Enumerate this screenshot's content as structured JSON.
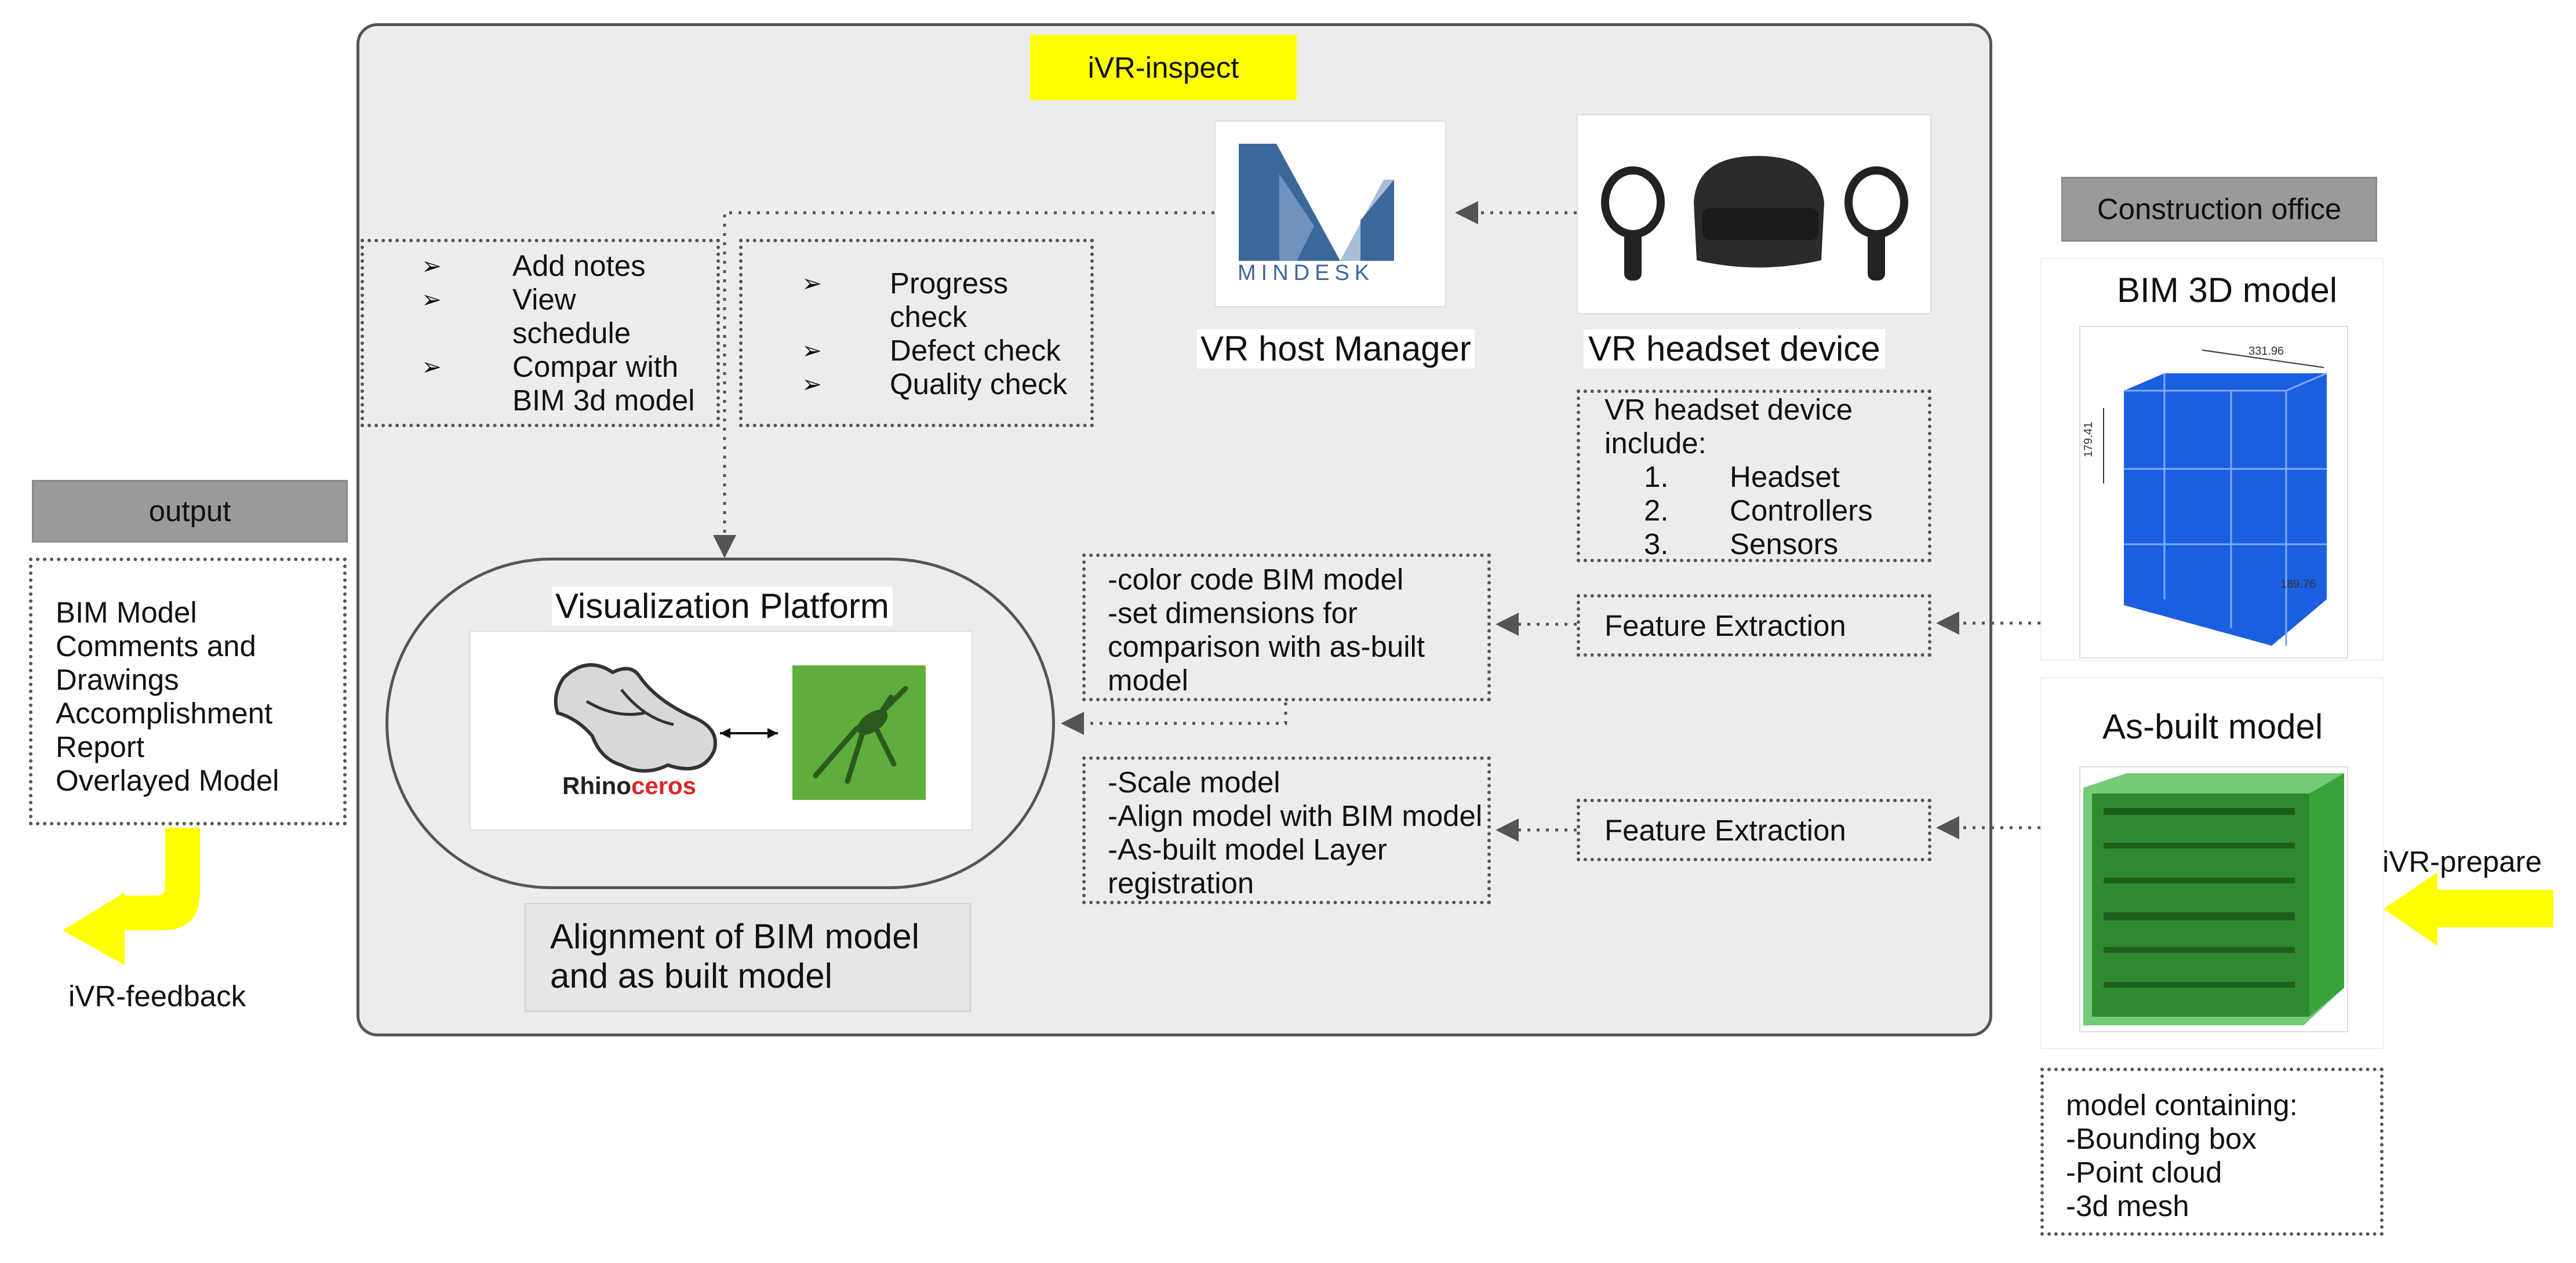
{
  "inspect": {
    "label": "iVR-inspect"
  },
  "prepare": {
    "label": "iVR-prepare"
  },
  "feedback": {
    "label": "iVR-feedback"
  },
  "output": {
    "tag": "output",
    "items": [
      "BIM Model",
      "Comments and",
      "Drawings",
      "Accomplishment",
      "Report",
      "Overlayed Model"
    ]
  },
  "office": {
    "tag": "Construction office",
    "bim_title": "BIM 3D model",
    "asbuilt_title": "As-built model",
    "bim_dims": [
      "331.96",
      "179.41",
      "189.76"
    ],
    "model_box": [
      "model containing:",
      "-Bounding box",
      "-Point cloud",
      "-3d mesh"
    ]
  },
  "host": {
    "title": "VR host Manager",
    "logo": "MINDESK"
  },
  "headset": {
    "title": "VR headset device",
    "intro": [
      "VR headset device",
      "include:"
    ],
    "items": [
      {
        "num": "1.",
        "label": "Headset"
      },
      {
        "num": "2.",
        "label": "Controllers"
      },
      {
        "num": "3.",
        "label": "Sensors"
      }
    ]
  },
  "notes": {
    "items": [
      {
        "bullet": "➢",
        "lines": [
          "Add notes"
        ]
      },
      {
        "bullet": "➢",
        "lines": [
          "View",
          "schedule"
        ]
      },
      {
        "bullet": "➢",
        "lines": [
          "Compar with",
          "BIM 3d model"
        ]
      }
    ]
  },
  "checks": {
    "items": [
      {
        "bullet": "➢",
        "lines": [
          "Progress",
          "check"
        ]
      },
      {
        "bullet": "➢",
        "lines": [
          "Defect check"
        ]
      },
      {
        "bullet": "➢",
        "lines": [
          "Quality check"
        ]
      }
    ]
  },
  "platform": {
    "title": "Visualization Platform",
    "rhino_black": "Rhino",
    "rhino_red": "ceros",
    "caption": [
      "Alignment of BIM model",
      "and as built model"
    ]
  },
  "bim_process": [
    "-color code BIM model",
    "-set dimensions for",
    "comparison with as-built",
    "model"
  ],
  "asbuilt_process": [
    "-Scale model",
    "-Align model with BIM model",
    "-As-built model Layer",
    "registration"
  ],
  "feature_top": "Feature Extraction",
  "feature_bottom": "Feature Extraction",
  "colors": {
    "yellow": "#ffff00",
    "tag_gray": "#9a9a9a",
    "panel_gray": "#ececec",
    "bim_blue": "#1a5fe0",
    "asbuilt_green": "#2f9a32",
    "mindesk_blue": "#3c679b",
    "rhino_red": "#e0242a",
    "grasshopper_green": "#5fad3c"
  }
}
